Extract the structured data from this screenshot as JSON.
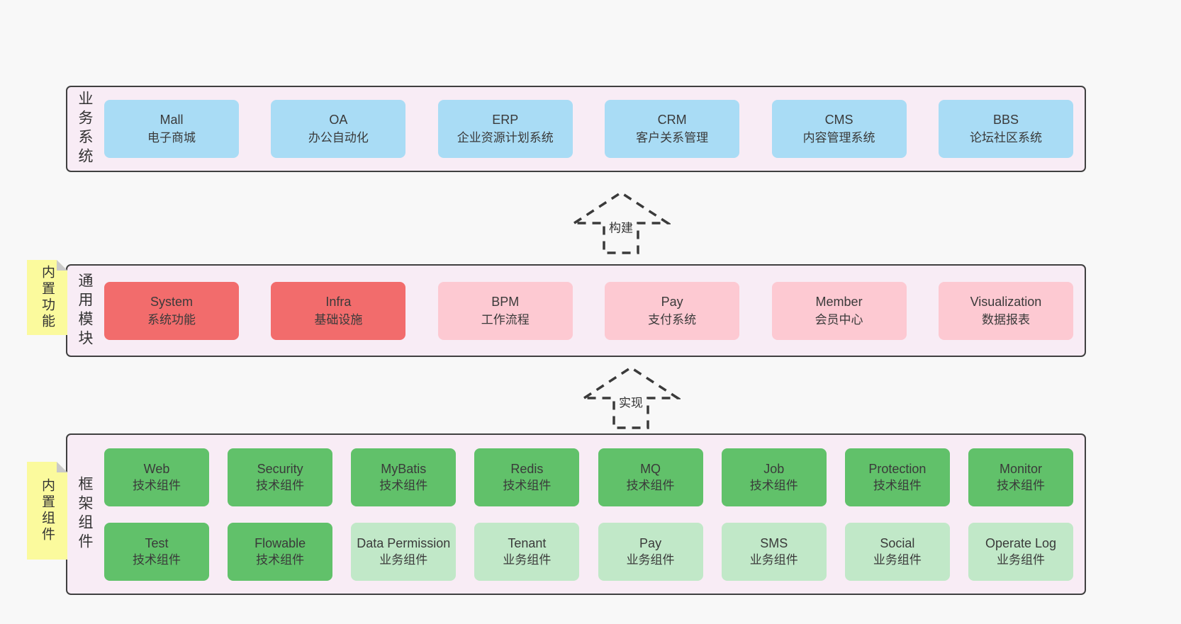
{
  "colors": {
    "page_bg": "#f8f8f8",
    "band_bg": "#f8ecf5",
    "band_border": "#404040",
    "blue": "#a9dcf5",
    "red": "#f26c6c",
    "pink": "#fdc9d2",
    "green": "#61c16a",
    "green_light": "#c1e8c8",
    "sticky": "#fbfa9d",
    "sticky_fold": "#c9c9c9",
    "text": "#3a3a3a"
  },
  "arrows": [
    {
      "label": "构建"
    },
    {
      "label": "实现"
    }
  ],
  "bands": [
    {
      "label": "业务系统",
      "boxes": [
        {
          "title": "Mall",
          "subtitle": "电子商城"
        },
        {
          "title": "OA",
          "subtitle": "办公自动化"
        },
        {
          "title": "ERP",
          "subtitle": "企业资源计划系统"
        },
        {
          "title": "CRM",
          "subtitle": "客户关系管理"
        },
        {
          "title": "CMS",
          "subtitle": "内容管理系统"
        },
        {
          "title": "BBS",
          "subtitle": "论坛社区系统"
        }
      ]
    },
    {
      "label": "通用模块",
      "sticky": "内置功能",
      "boxes": [
        {
          "title": "System",
          "subtitle": "系统功能"
        },
        {
          "title": "Infra",
          "subtitle": "基础设施"
        },
        {
          "title": "BPM",
          "subtitle": "工作流程"
        },
        {
          "title": "Pay",
          "subtitle": "支付系统"
        },
        {
          "title": "Member",
          "subtitle": "会员中心"
        },
        {
          "title": "Visualization",
          "subtitle": "数据报表"
        }
      ]
    },
    {
      "label": "框架组件",
      "sticky": "内置组件",
      "rows": [
        [
          {
            "title": "Web",
            "subtitle": "技术组件"
          },
          {
            "title": "Security",
            "subtitle": "技术组件"
          },
          {
            "title": "MyBatis",
            "subtitle": "技术组件"
          },
          {
            "title": "Redis",
            "subtitle": "技术组件"
          },
          {
            "title": "MQ",
            "subtitle": "技术组件"
          },
          {
            "title": "Job",
            "subtitle": "技术组件"
          },
          {
            "title": "Protection",
            "subtitle": "技术组件"
          },
          {
            "title": "Monitor",
            "subtitle": "技术组件"
          }
        ],
        [
          {
            "title": "Test",
            "subtitle": "技术组件"
          },
          {
            "title": "Flowable",
            "subtitle": "技术组件"
          },
          {
            "title": "Data Permission",
            "subtitle": "业务组件"
          },
          {
            "title": "Tenant",
            "subtitle": "业务组件"
          },
          {
            "title": "Pay",
            "subtitle": "业务组件"
          },
          {
            "title": "SMS",
            "subtitle": "业务组件"
          },
          {
            "title": "Social",
            "subtitle": "业务组件"
          },
          {
            "title": "Operate Log",
            "subtitle": "业务组件"
          }
        ]
      ]
    }
  ]
}
